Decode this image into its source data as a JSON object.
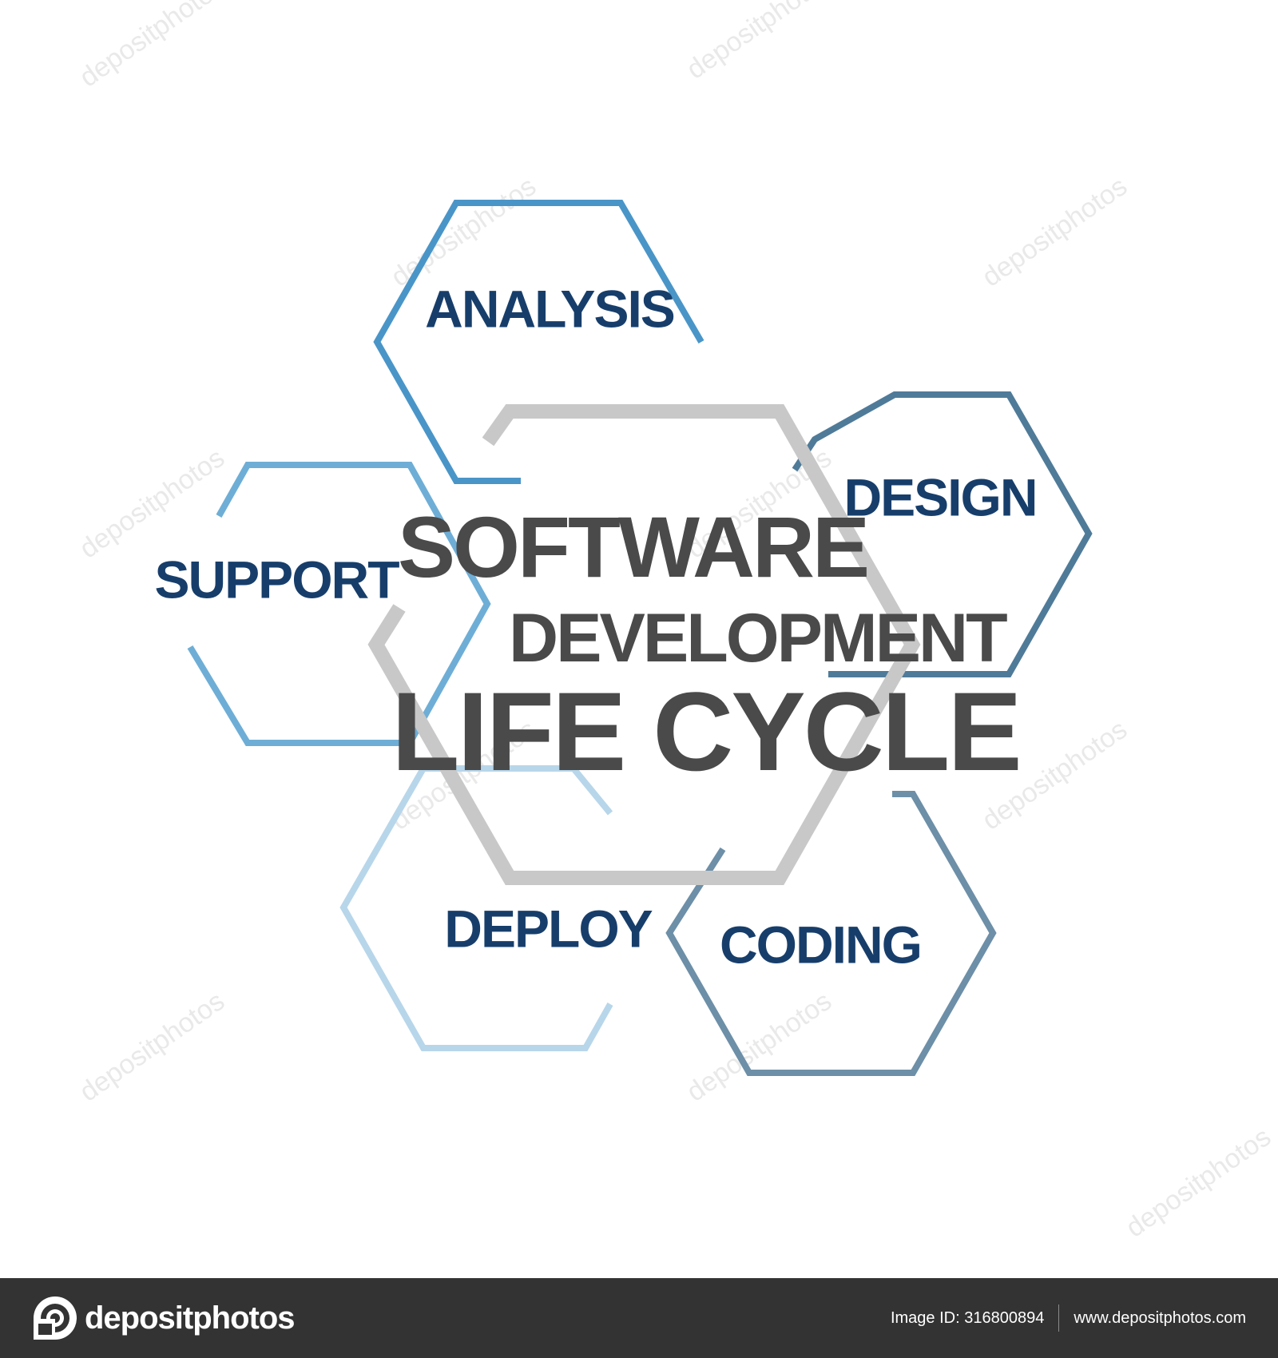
{
  "diagram": {
    "title_lines": [
      "SOFTWARE",
      "DEVELOPMENT",
      "LIFE CYCLE"
    ],
    "stages": [
      {
        "id": "analysis",
        "label": "ANALYSIS"
      },
      {
        "id": "design",
        "label": "DESIGN"
      },
      {
        "id": "coding",
        "label": "CODING"
      },
      {
        "id": "deploy",
        "label": "DEPLOY"
      },
      {
        "id": "support",
        "label": "SUPPORT"
      }
    ],
    "colors": {
      "label_text": "#173e6b",
      "title_text": "#4a4a4a",
      "center_hex": "#c8c8c8",
      "analysis_hex": "#4a95c8",
      "design_hex": "#4f7b99",
      "coding_hex": "#6d8fa8",
      "deploy_hex": "#b8d6ea",
      "support_hex": "#6eaed6"
    }
  },
  "watermark": {
    "text": "depositphotos"
  },
  "footer": {
    "brand": "depositphotos",
    "image_id": "Image ID: 316800894",
    "url": "www.depositphotos.com",
    "logo_icon": "camera-icon"
  }
}
